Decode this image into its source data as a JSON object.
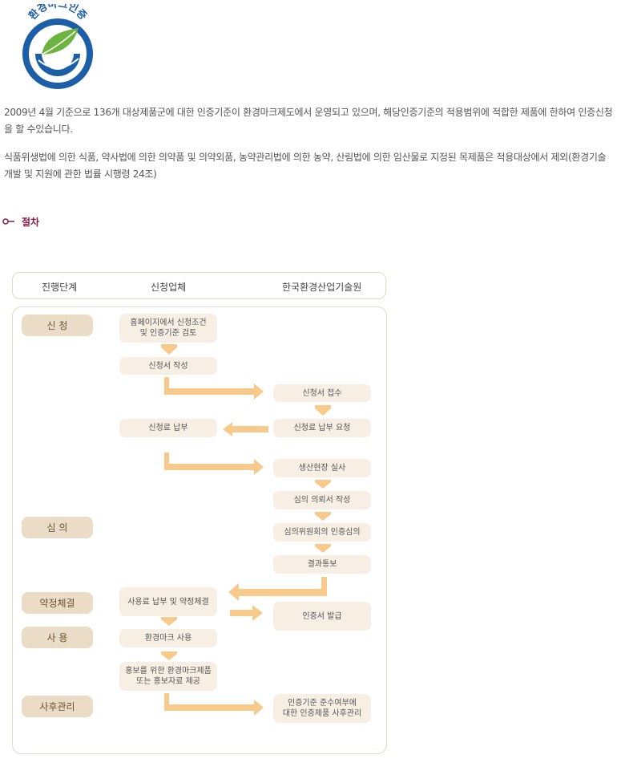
{
  "logo": {
    "text": "환경마크인증"
  },
  "intro": {
    "p1": "2009년 4월 기준으로 136개 대상제품군에 대한 인증기준이 환경마크제도에서 운영되고 있으며, 해당인증기준의 적용범위에 적합한 제품에 한하여 인증신청을 할 수있습니다.",
    "p2": "식품위생법에 의한 식품, 약사법에 의한 의약품 및 의약외품, 농약관리법에 의한 농약, 산림법에 의한 임산물로 지정된 목제품은 적용대상에서 제외(환경기술개발 및 지원에 관한 법률 시행령 24조)"
  },
  "section": {
    "title": "절차"
  },
  "flow": {
    "headers": {
      "stage": "진행단계",
      "applicant": "신청업체",
      "institute": "한국환경산업기술원"
    },
    "stages": {
      "apply": "신 청",
      "review": "심 의",
      "contract": "약정체결",
      "use": "사 용",
      "post": "사후관리"
    },
    "steps": {
      "s1": "홈페이지에서 신청조건\n및 인증기준 검토",
      "s2": "신청서 작성",
      "s3": "신청서 접수",
      "s4": "신청료 납부 요청",
      "s5": "신청료 납부",
      "s6": "생산현장 실사",
      "s7": "심의 의뢰서 작성",
      "s8": "심의위원회의 인증심의",
      "s9": "결과통보",
      "s10": "사용료 납부 및 약정체결",
      "s11": "인증서 발급",
      "s12": "환경마크 사용",
      "s13": "홍보를 위한 환경마크제품\n또는 홍보자료 제공",
      "s14": "인증기준 준수여부에\n대한 인증제품 사후관리"
    }
  },
  "colors": {
    "arrow": "#f7c98a",
    "stage_bg": "#eadcc7",
    "box_bg": "#f7efe4",
    "section": "#8a1a4a",
    "logo_blue": "#1d5ea8",
    "logo_green": "#6db33f"
  }
}
